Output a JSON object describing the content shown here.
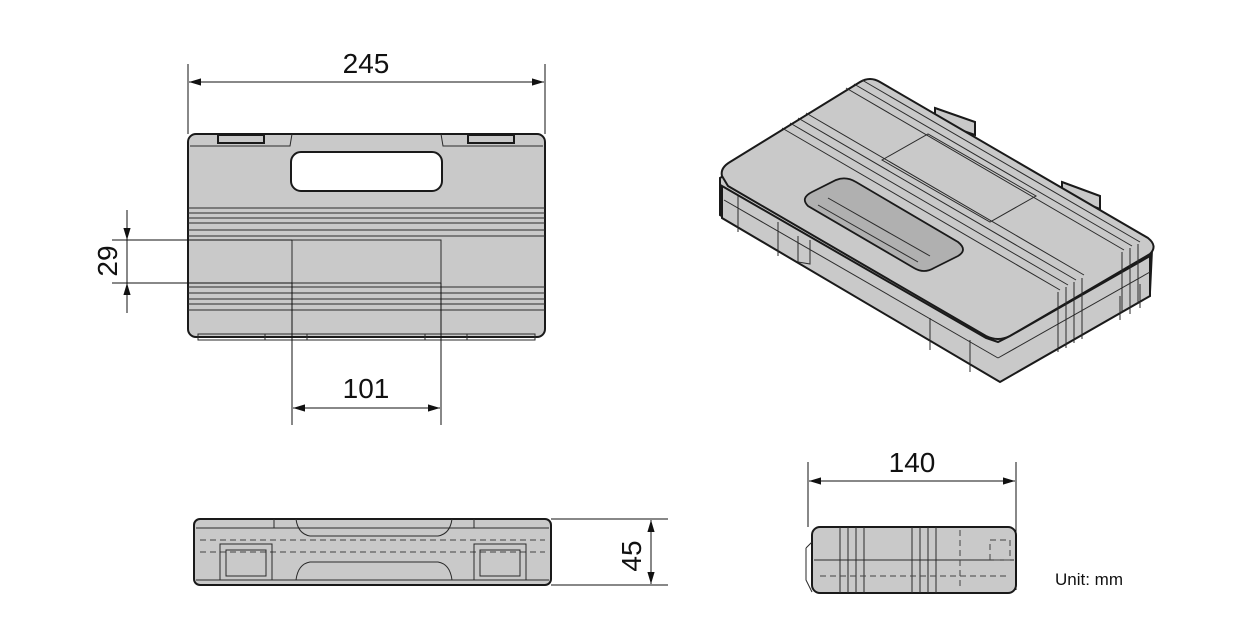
{
  "dimensions": {
    "length": "245",
    "label_height": "29",
    "label_width": "101",
    "depth": "45",
    "width": "140"
  },
  "unit_note": "Unit: mm",
  "colors": {
    "body_fill": "#c9c9c9",
    "line": "#1a1a1a",
    "background": "#ffffff"
  }
}
